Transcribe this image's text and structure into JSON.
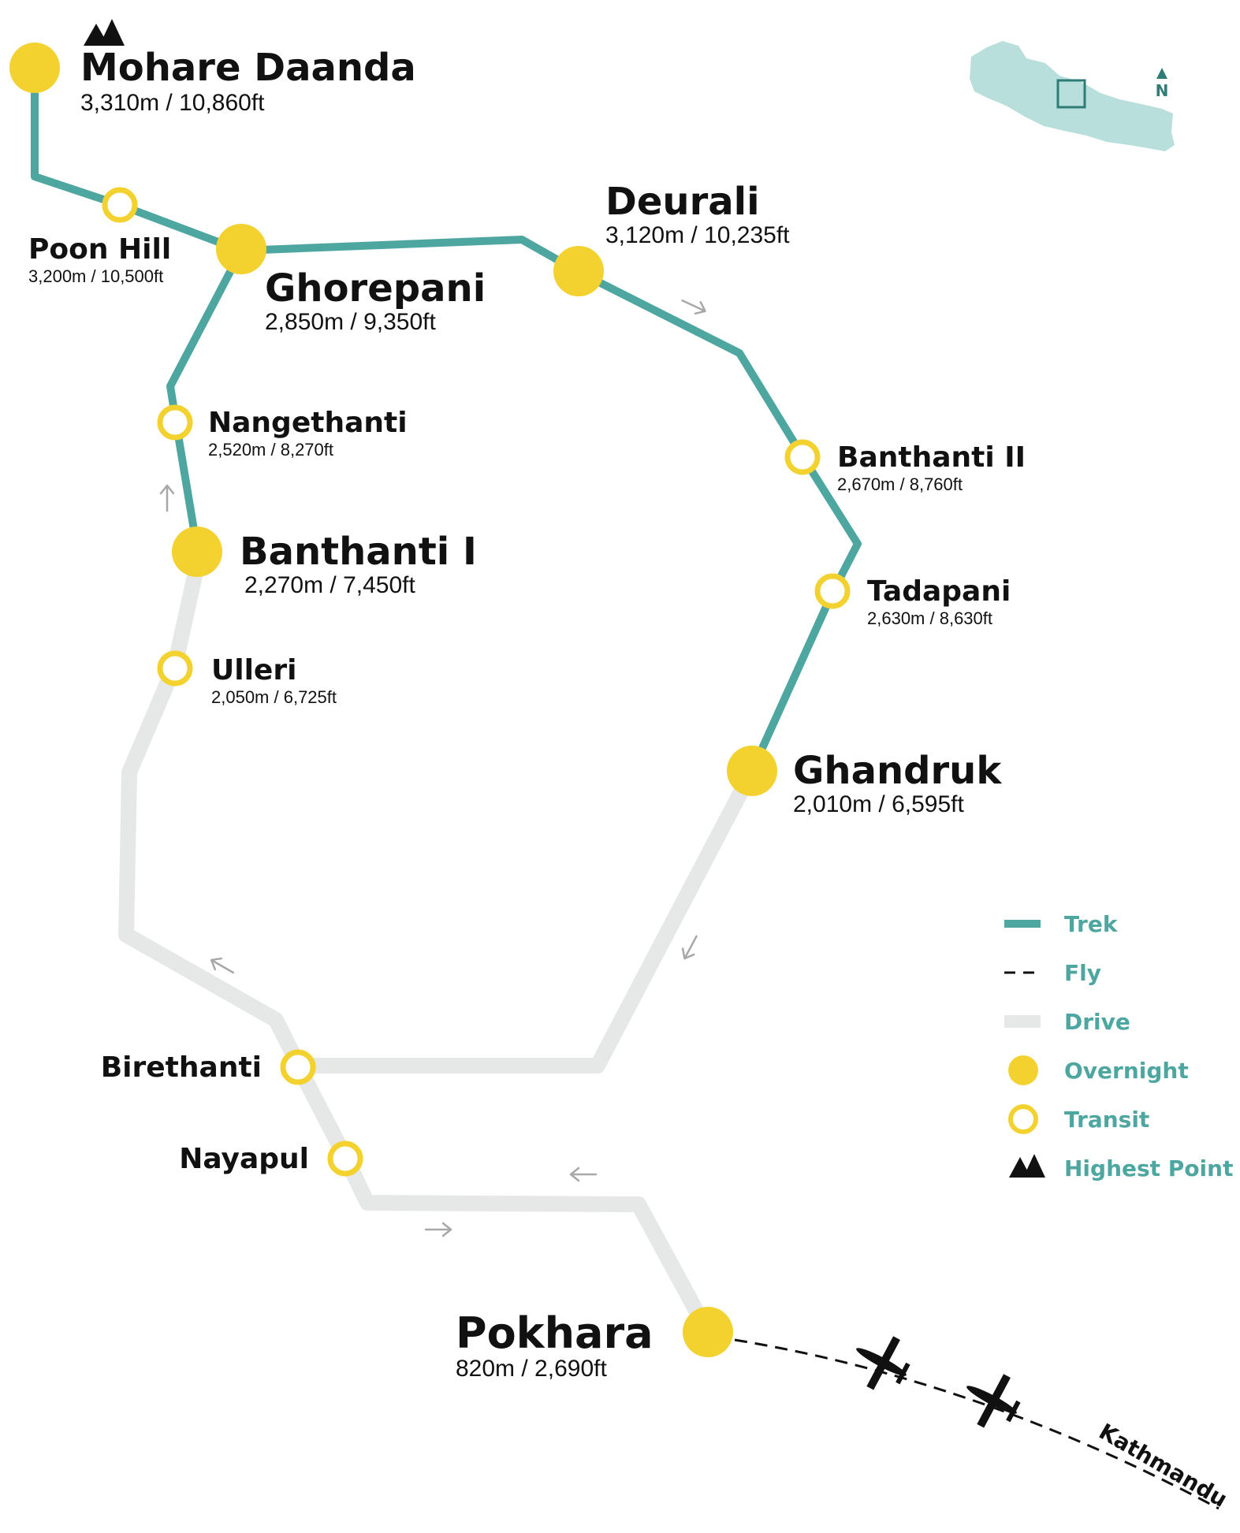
{
  "colors": {
    "trek": "#4ea6a1",
    "drive": "#e6e7e7",
    "overnight": "#f3d22f",
    "transit_stroke": "#f3d22f",
    "text": "#111111",
    "legend_text": "#4ea6a1",
    "arrow": "#a8a8a8",
    "country_fill": "#b8dfdc"
  },
  "places": [
    {
      "id": "mohare-daanda",
      "name": "Mohare Daanda",
      "altitude": "3,310m / 10,860ft",
      "type": "overnight",
      "highest": true
    },
    {
      "id": "poon-hill",
      "name": "Poon Hill",
      "altitude": "3,200m / 10,500ft",
      "type": "transit"
    },
    {
      "id": "ghorepani",
      "name": "Ghorepani",
      "altitude": "2,850m / 9,350ft",
      "type": "overnight"
    },
    {
      "id": "deurali",
      "name": "Deurali",
      "altitude": "3,120m / 10,235ft",
      "type": "overnight"
    },
    {
      "id": "nangethanti",
      "name": "Nangethanti",
      "altitude": "2,520m / 8,270ft",
      "type": "transit"
    },
    {
      "id": "banthanti-ii",
      "name": "Banthanti II",
      "altitude": "2,670m / 8,760ft",
      "type": "transit"
    },
    {
      "id": "banthanti-i",
      "name": "Banthanti I",
      "altitude": "2,270m / 7,450ft",
      "type": "overnight"
    },
    {
      "id": "tadapani",
      "name": "Tadapani",
      "altitude": "2,630m / 8,630ft",
      "type": "transit"
    },
    {
      "id": "ulleri",
      "name": "Ulleri",
      "altitude": "2,050m / 6,725ft",
      "type": "transit"
    },
    {
      "id": "ghandruk",
      "name": "Ghandruk",
      "altitude": "2,010m / 6,595ft",
      "type": "overnight"
    },
    {
      "id": "birethanti",
      "name": "Birethanti",
      "type": "transit"
    },
    {
      "id": "nayapul",
      "name": "Nayapul",
      "type": "transit"
    },
    {
      "id": "pokhara",
      "name": "Pokhara",
      "altitude": "820m / 2,690ft",
      "type": "overnight"
    }
  ],
  "route_label": "Kathmandu",
  "compass": "N",
  "legend": [
    {
      "key": "trek",
      "label": "Trek"
    },
    {
      "key": "fly",
      "label": "Fly"
    },
    {
      "key": "drive",
      "label": "Drive"
    },
    {
      "key": "overnight",
      "label": "Overnight"
    },
    {
      "key": "transit",
      "label": "Transit"
    },
    {
      "key": "highest",
      "label": "Highest Point"
    }
  ]
}
